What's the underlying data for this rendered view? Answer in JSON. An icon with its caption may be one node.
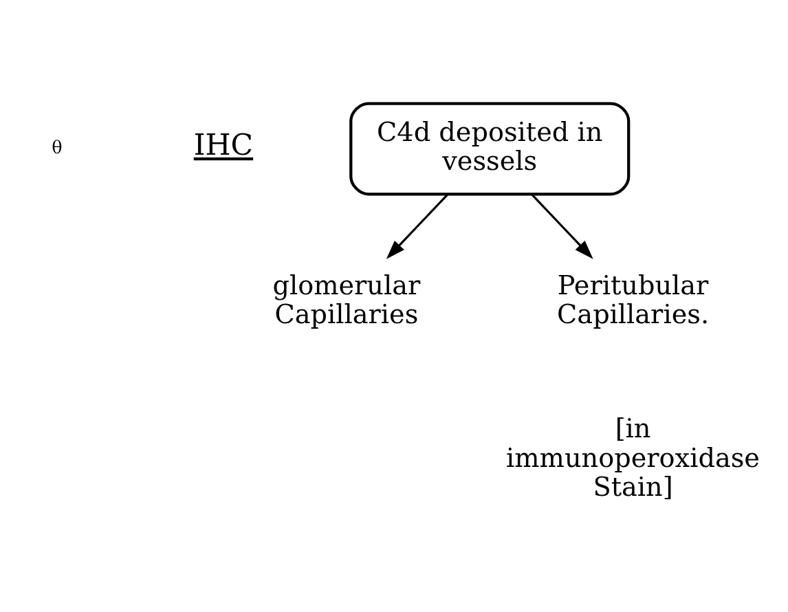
{
  "diagram": {
    "nodes": [
      {
        "text": [
          "C4d deposited in vessels"
        ]
      },
      {
        "text": [
          "glomerular Capillaries"
        ]
      },
      {
        "text": [
          "Peritubular Capillaries."
        ]
      }
    ],
    "edges": [
      {
        "from": 0,
        "to": 1,
        "arrow": "to"
      },
      {
        "from": 0,
        "to": 2,
        "arrow": "to"
      }
    ],
    "labels": [
      "θ",
      "IHC",
      "[in immunoperoxidase Stain]"
    ]
  }
}
